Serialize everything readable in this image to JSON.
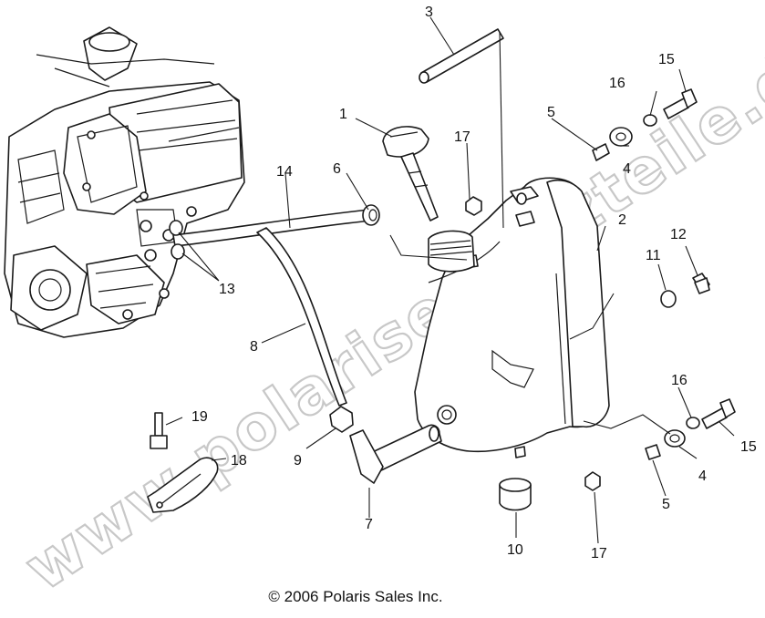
{
  "diagram": {
    "copyright": "© 2006 Polaris Sales Inc.",
    "watermark": "www.polarisersatzteile.de",
    "callouts": {
      "c1": "1",
      "c2": "2",
      "c3": "3",
      "c4a": "4",
      "c4b": "4",
      "c5a": "5",
      "c5b": "5",
      "c6": "6",
      "c7": "7",
      "c8": "8",
      "c9": "9",
      "c10": "10",
      "c11": "11",
      "c12": "12",
      "c13": "13",
      "c14": "14",
      "c15a": "15",
      "c15b": "15",
      "c16a": "16",
      "c16b": "16",
      "c17a": "17",
      "c17b": "17",
      "c18": "18",
      "c19": "19"
    }
  }
}
